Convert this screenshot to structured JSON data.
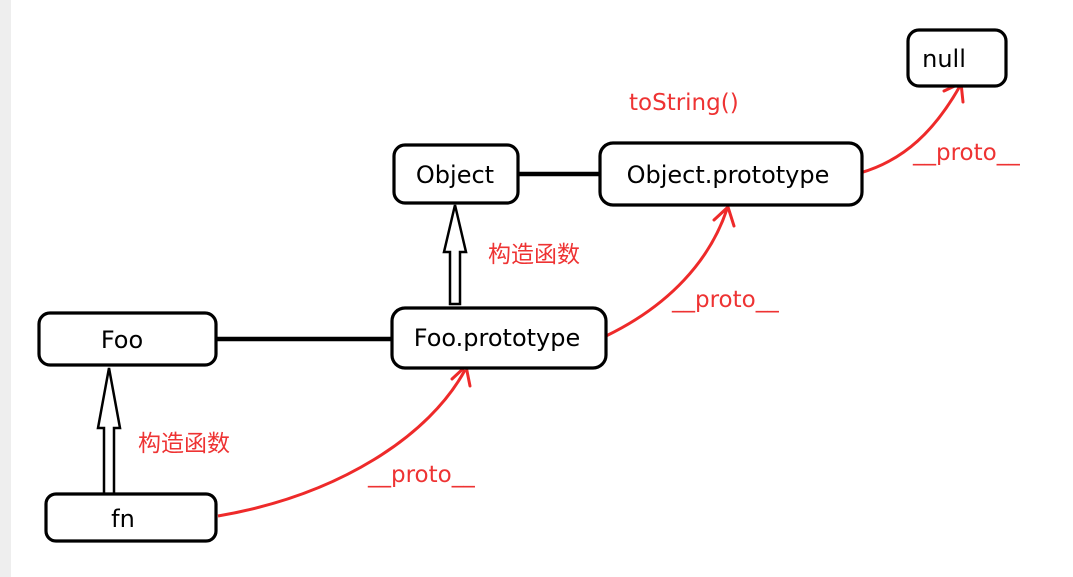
{
  "nodes": {
    "null": "null",
    "object": "Object",
    "object_prototype": "Object.prototype",
    "foo": "Foo",
    "foo_prototype": "Foo.prototype",
    "fn": "fn"
  },
  "labels": {
    "to_string": "toString()",
    "proto_object_to_null": "__proto__",
    "proto_foo_to_object": "__proto__",
    "proto_fn_to_foo": "__proto__",
    "constructor_object": "构造函数",
    "constructor_foo": "构造函数"
  },
  "colors": {
    "annotation": "#ee3333",
    "node_stroke": "#000000",
    "left_strip": "#eeeeee"
  }
}
